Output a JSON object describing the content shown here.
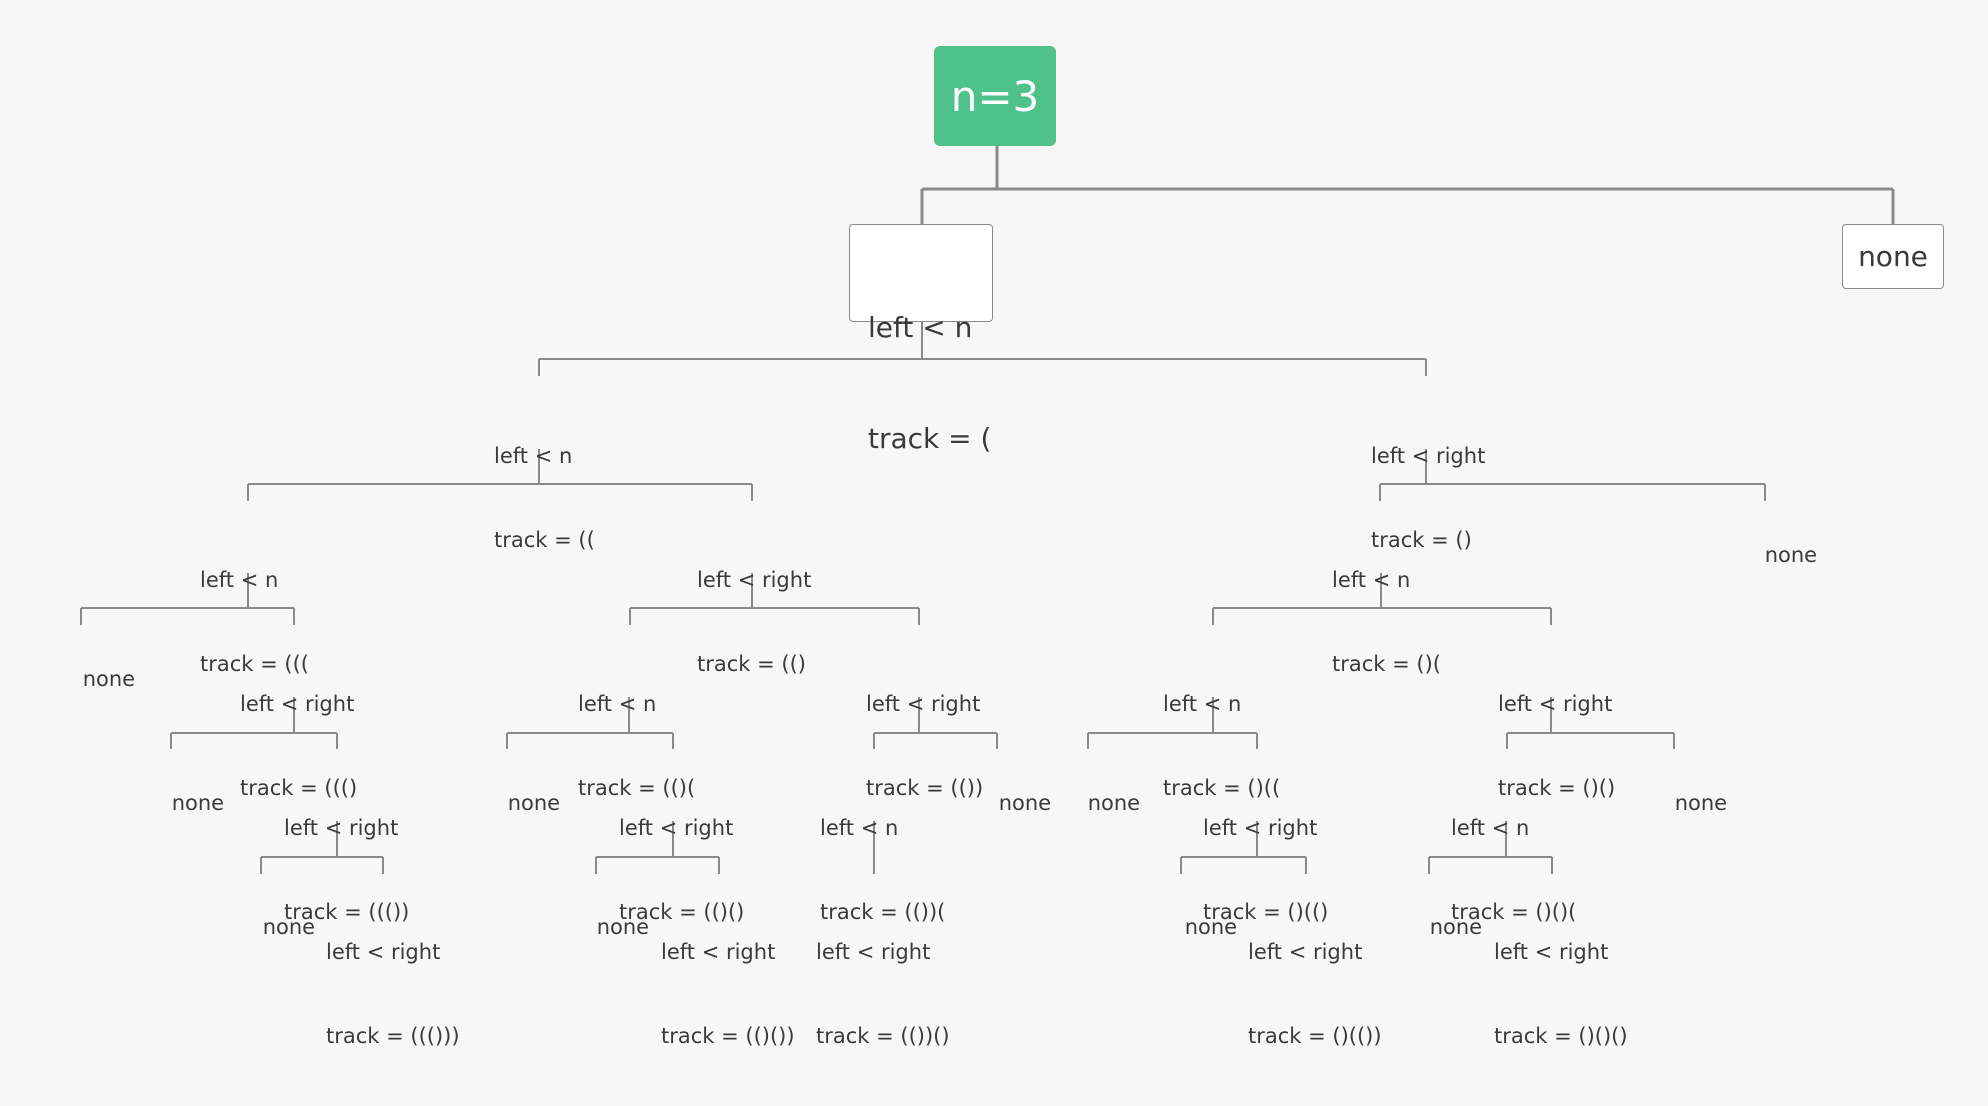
{
  "root": {
    "label": "n=3"
  },
  "level1": {
    "left": {
      "line1": "left < n",
      "line2": "track = ("
    },
    "right": {
      "label": "none"
    }
  },
  "level2": {
    "a": {
      "line1": "left < n",
      "line2": "track = (("
    },
    "b": {
      "line1": "left < right",
      "line2": "track = ()"
    }
  },
  "level3": {
    "a1": {
      "line1": "left < n",
      "line2": "track = ((("
    },
    "a2": {
      "line1": "left < right",
      "line2": "track = (()"
    },
    "b1": {
      "line1": "left < n",
      "line2": "track = ()("
    },
    "b2": {
      "label": "none"
    }
  },
  "level4": {
    "n1": {
      "label": "none"
    },
    "n2": {
      "line1": "left < right",
      "line2": "track = ((()"
    },
    "n3": {
      "line1": "left < n",
      "line2": "track = (()("
    },
    "n4": {
      "line1": "left < right",
      "line2": "track = (())"
    },
    "n5": {
      "line1": "left < n",
      "line2": "track = ()(("
    },
    "n6": {
      "line1": "left < right",
      "line2": "track = ()()"
    }
  },
  "level5": {
    "n1": {
      "label": "none"
    },
    "n2": {
      "line1": "left < right",
      "line2": "track = ((())"
    },
    "n3": {
      "label": "none"
    },
    "n4": {
      "line1": "left < right",
      "line2": "track = (()()"
    },
    "n5": {
      "line1": "left < n",
      "line2": "track = (())("
    },
    "n6": {
      "label": "none"
    },
    "n7": {
      "label": "none"
    },
    "n8": {
      "line1": "left < right",
      "line2": "track = ()(()"
    },
    "n9": {
      "line1": "left < n",
      "line2": "track = ()()("
    },
    "n10": {
      "label": "none"
    }
  },
  "level6": {
    "n1": {
      "label": "none"
    },
    "n2": {
      "line1": "left < right",
      "line2": "track = ((()))"
    },
    "n3": {
      "label": "none"
    },
    "n4": {
      "line1": "left < right",
      "line2": "track = (()())"
    },
    "n5": {
      "line1": "left < right",
      "line2": "track = (())()"
    },
    "n6": {
      "label": "none"
    },
    "n7": {
      "line1": "left < right",
      "line2": "track = ()(())"
    },
    "n8": {
      "label": "none"
    },
    "n9": {
      "line1": "left < right",
      "line2": "track = ()()()"
    }
  },
  "colors": {
    "root_fill": "#4fc28b",
    "connector": "#8a8a8a",
    "background": "#f7f7f7"
  }
}
